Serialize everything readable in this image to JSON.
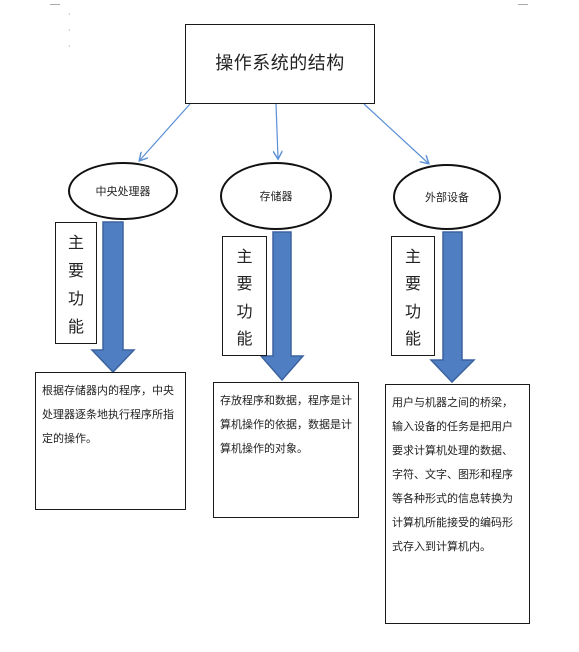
{
  "title": "操作系统的结构",
  "components": [
    {
      "name": "中央处理器",
      "label_chars": [
        "主",
        "要",
        "功",
        "能"
      ],
      "description": "根据存储器内的程序，中央处理器逐条地执行程序所指定的操作。"
    },
    {
      "name": "存储器",
      "label_chars": [
        "主",
        "要",
        "功",
        "能"
      ],
      "description": "存放程序和数据，程序是计算机操作的依据，数据是计算机操作的对象。"
    },
    {
      "name": "外部设备",
      "label_chars": [
        "主",
        "要",
        "功",
        "能"
      ],
      "description": "用户与机器之间的桥梁，输入设备的任务是把用户要求计算机处理的数据、字符、文字、图形和程序等各种形式的信息转换为计算机所能接受的编码形式存入到计算机内。"
    }
  ],
  "colors": {
    "arrow_fill": "#4f7fc2",
    "arrow_stroke": "#3b62a0",
    "connector": "#5b8fd6"
  }
}
